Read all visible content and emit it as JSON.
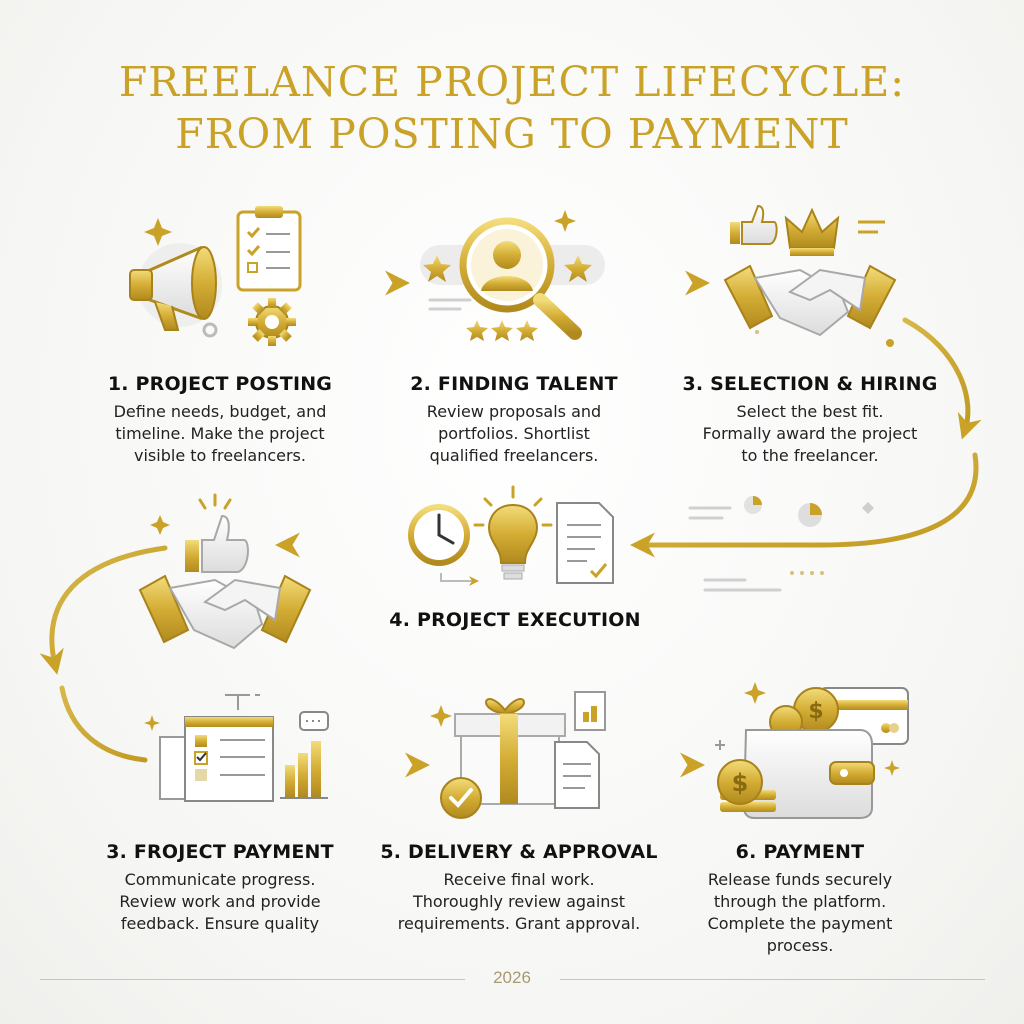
{
  "title": {
    "line1": "FREELANCE PROJECT LIFECYCLE:",
    "line2": "FROM POSTING TO PAYMENT"
  },
  "steps": [
    {
      "title": "1. PROJECT POSTING",
      "desc": [
        "Define needs, budget, and",
        "timeline. Make the project",
        "visible to freelancers."
      ]
    },
    {
      "title": "2. FINDING TALENT",
      "desc": [
        "Review proposals and",
        "portfolios. Shortlist",
        "qualified freelancers."
      ]
    },
    {
      "title": "3. SELECTION & HIRING",
      "desc": [
        "Select the best fit.",
        "Formally award the project",
        "to the freelancer."
      ]
    },
    {
      "title": "4. PROJECT EXECUTION",
      "desc": []
    },
    {
      "title": "3. FROJECT PAYMENT",
      "desc": [
        "Communicate progress.",
        "Review work and provide",
        "feedback. Ensure quality"
      ]
    },
    {
      "title": "5. DELIVERY & APPROVAL",
      "desc": [
        "Receive final work.",
        "Thoroughly review against",
        "requirements. Grant approval."
      ]
    },
    {
      "title": "6. PAYMENT",
      "desc": [
        "Release funds securely",
        "through the platform.",
        "Complete the payment",
        "process."
      ]
    }
  ],
  "footer": {
    "year": "2026"
  },
  "colors": {
    "gold": "#c9a227",
    "gold_light": "#e8cf6a",
    "gold_dark": "#a8821a",
    "text": "#1c1c1c"
  },
  "icons": [
    "megaphone-icon",
    "clipboard-checklist-icon",
    "gear-icon",
    "magnifier-person-icon",
    "star-icon",
    "thumbs-up-icon",
    "crown-icon",
    "handshake-icon",
    "clock-icon",
    "lightbulb-icon",
    "document-icon",
    "report-icon",
    "bar-chart-icon",
    "gift-box-icon",
    "check-badge-icon",
    "wallet-icon",
    "coin-icon",
    "credit-card-icon"
  ]
}
